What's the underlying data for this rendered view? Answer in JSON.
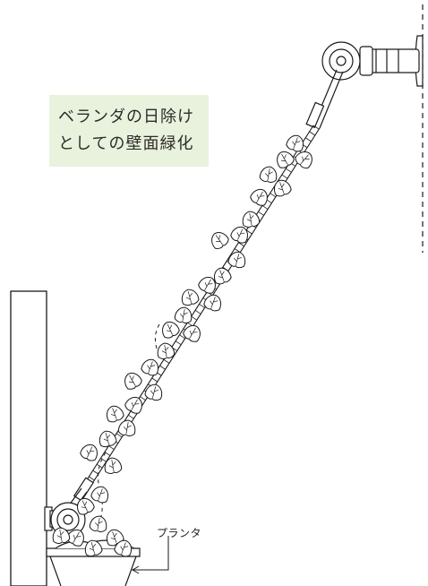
{
  "caption": {
    "line1": "ベランダの日除け",
    "line2": "としての壁面緑化"
  },
  "labels": {
    "planter": "プランタ"
  },
  "colors": {
    "caption_background": "#e9f2dc",
    "line": "#1a1a1a"
  }
}
